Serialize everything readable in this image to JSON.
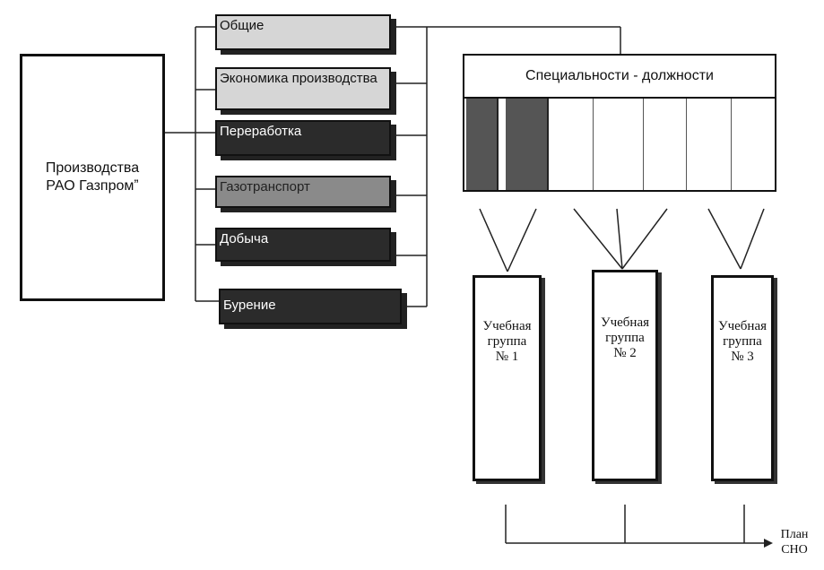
{
  "source_box": "Производства\nРАО Газпромˮ",
  "categories": [
    "Общие",
    "Экономика производства",
    "Переработка",
    "Газотранспорт",
    "Добыча",
    "Бурение"
  ],
  "matrix_title": "Специальности - должности",
  "groups": [
    "Учебная\nгруппа\n№ 1",
    "Учебная\nгруппа\n№ 2",
    "Учебная\nгруппа\n№ 3"
  ],
  "plan_label": "План\nСНО"
}
